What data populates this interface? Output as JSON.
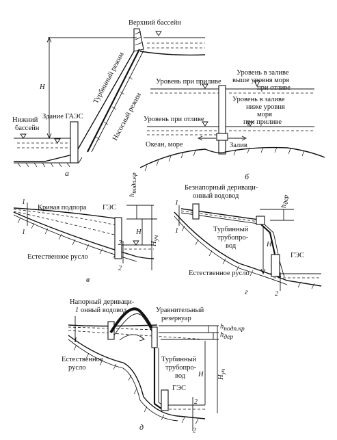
{
  "panel_a": {
    "caption": "а",
    "upper_pool": "Верхний бассейн",
    "lower_pool_1": "Нижний",
    "lower_pool_2": "бассейн",
    "station": "Здание ГАЭС",
    "turbine_mode": "Турбинный режим",
    "pump_mode": "Насосный режим",
    "head": "H"
  },
  "panel_b": {
    "caption": "б",
    "high_tide": "Уровень при приливе",
    "low_tide": "Уровень при отливе",
    "bay_above_1": "Уровень в заливе",
    "bay_above_2": "выше уровня моря",
    "bay_above_3": "при отливе",
    "bay_below_1": "Уровень в заливе",
    "bay_below_2": "ниже уровня",
    "bay_below_3": "моря",
    "bay_below_4": "при приливе",
    "ocean": "Океан, море",
    "bay": "Залив"
  },
  "panel_v": {
    "caption": "в",
    "backwater": "Кривая подпора",
    "hps": "ГЭС",
    "natural_bed": "Естественное русло",
    "h_head": "h",
    "h_head_sub": "подп.кр",
    "H": "H",
    "H_uch": "H",
    "H_uch_sub": "уч",
    "n1": "1",
    "n2": "2"
  },
  "panel_g": {
    "caption": "г",
    "canal_1": "Безнапорный деривaци-",
    "canal_2": "онный водовод",
    "turbine_pipe_1": "Турбинный",
    "turbine_pipe_2": "трубопро-",
    "turbine_pipe_3": "вод",
    "hps": "ГЭС",
    "natural_bed": "Естественное русло",
    "h_der": "h",
    "h_der_sub": "дер",
    "H": "H",
    "n1": "1",
    "n2": "2"
  },
  "panel_d": {
    "caption": "д",
    "pressure_1": "Напорный деривaци-",
    "pressure_2": "онный водовод",
    "surge_1": "Уравнительный",
    "surge_2": "резервуар",
    "natural_1": "Естественное",
    "natural_2": "русло",
    "turbine_pipe_1": "Турбинный",
    "turbine_pipe_2": "трубопро-",
    "turbine_pipe_3": "вод",
    "hps": "ГЭС",
    "h_head": "h",
    "h_head_sub": "подп.кр",
    "h_der": "h",
    "h_der_sub": "дер",
    "H": "H",
    "H_uch": "H",
    "H_uch_sub": "уч",
    "n1": "1",
    "n2": "2"
  }
}
